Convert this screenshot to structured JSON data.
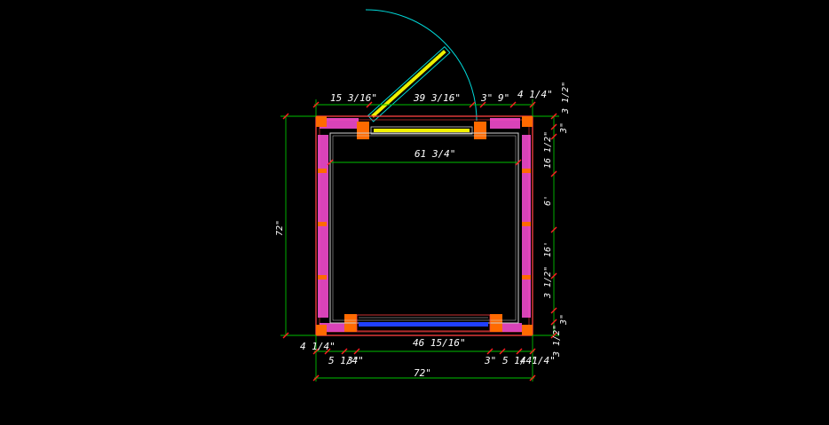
{
  "colors": {
    "background": "#000000",
    "dimension_line": "#00c000",
    "dimension_tick": "#ff2020",
    "dimension_text": "#ffffff",
    "wall_outline": "#ff4040",
    "insulation": "#ff4fd8",
    "frame": "#ff6a00",
    "glass_yellow": "#f0f000",
    "door_swing": "#00d8d8",
    "blue_panel": "#2040ff",
    "inner_outline": "#d0d0d0"
  },
  "icons": {
    "door_swing": "door-swing-arc-icon"
  },
  "dimensions": {
    "top_left": "15 3/16\"",
    "top_door": "39 3/16\"",
    "top_gap": "3\"",
    "top_right_a": "9\"",
    "top_right_b": "4 1/4\"",
    "interior_width": "61 3/4\"",
    "overall_height": "72\"",
    "bottom_left_a": "4 1/4\"",
    "bottom_left_b": "5 1/4\"",
    "bottom_left_c": "3\"",
    "bottom_opening": "46 15/16\"",
    "bottom_right_a": "3\"",
    "bottom_right_b": "5 1/4\"",
    "bottom_right_c": "4 1/4\"",
    "overall_width": "72\"",
    "right_1": "3 1/2\"",
    "right_2": "3\"",
    "right_3": "16 1/2\"",
    "right_4": "6'",
    "right_5": "16'",
    "right_6": "3 1/2\"",
    "right_7": "3\"",
    "right_8": "3 1/2\""
  }
}
